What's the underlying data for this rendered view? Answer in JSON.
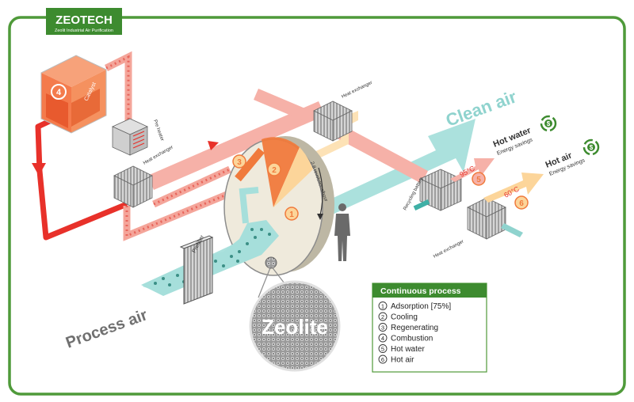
{
  "brand": {
    "name": "ZEOTECH",
    "tagline": "Zeolit Industrial Air Purification",
    "accent": "#3d8b2f"
  },
  "diagram": {
    "labels": {
      "catalyst": "Catalyst",
      "pre_heater": "Pre heater",
      "heat_exchanger_left": "Heat exchanger",
      "heat_exchanger_top": "Heat exchanger",
      "heat_exchanger_right": "Heat exchanger",
      "prefilter": "Prefilter",
      "recycling_battery": "Recycling battery",
      "rotation": "2-8 revolutions/hour",
      "clean_air": "Clean air",
      "process_air": "Process air",
      "zeolite": "Zeolite",
      "hot_water": "Hot water",
      "hot_water_sub": "Energy savings",
      "hot_air": "Hot air",
      "hot_air_sub": "Energy savings",
      "temp_95": "95°C",
      "temp_60": "60°C"
    },
    "markers": [
      "1",
      "2",
      "3",
      "4",
      "5",
      "6"
    ],
    "colors": {
      "red": "#e8312a",
      "pink": "#f4a59a",
      "orange": "#f07a3c",
      "yellow": "#fcd59a",
      "teal": "#a6dfdb",
      "teal_dark": "#3fb0a6",
      "wheel": "#efeadc",
      "cube": "#c9c9c9"
    }
  },
  "legend": {
    "title": "Continuous process",
    "items": [
      {
        "num": "1",
        "label": "Adsorption [75%]"
      },
      {
        "num": "2",
        "label": "Cooling"
      },
      {
        "num": "3",
        "label": "Regenerating"
      },
      {
        "num": "4",
        "label": "Combustion"
      },
      {
        "num": "5",
        "label": "Hot water"
      },
      {
        "num": "6",
        "label": "Hot air"
      }
    ]
  },
  "icons": {
    "savings": "dollar-recycle-icon",
    "person": "person-silhouette-icon"
  }
}
